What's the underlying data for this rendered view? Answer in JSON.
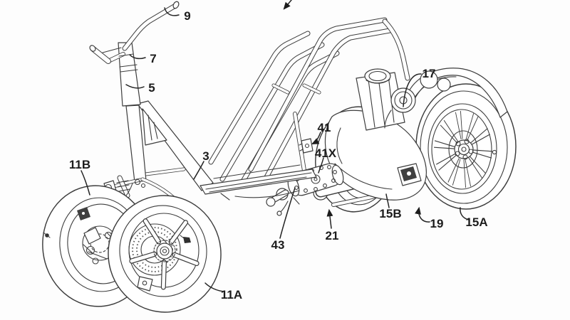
{
  "figure": {
    "kind": "patent-line-drawing",
    "subject": "tilting multi-wheel scooter figure",
    "colors": {
      "background": "#fdfdfd",
      "line": "#3d3d3d",
      "label": "#1c1c1c"
    }
  },
  "labels": [
    {
      "text": "9"
    },
    {
      "text": "7"
    },
    {
      "text": "5"
    },
    {
      "text": "3"
    },
    {
      "text": "17"
    },
    {
      "text": "41"
    },
    {
      "text": "41X"
    },
    {
      "text": "43"
    },
    {
      "text": "21"
    },
    {
      "text": "11B"
    },
    {
      "text": "11A"
    },
    {
      "text": "15B"
    },
    {
      "text": "19"
    },
    {
      "text": "15A"
    }
  ]
}
